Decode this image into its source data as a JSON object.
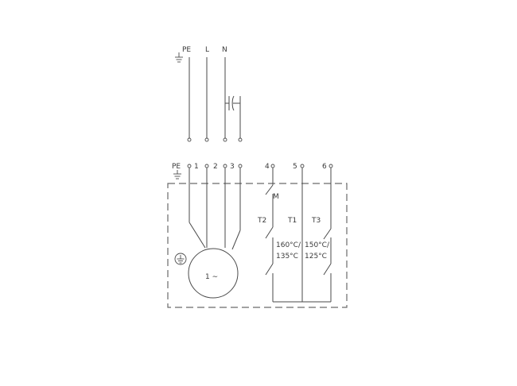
{
  "supply": {
    "pe": "PE",
    "l": "L",
    "n": "N"
  },
  "terminals": {
    "pe": "PE",
    "t1": "1",
    "t2": "2",
    "t3": "3",
    "t4": "4",
    "t5": "5",
    "t6": "6"
  },
  "motor": {
    "label": "1 ∼"
  },
  "switches": {
    "m": "M",
    "t2": "T2",
    "t1": "T1",
    "t3": "T3",
    "t2_temp_high": "160°C/",
    "t2_temp_low": "135°C",
    "t3_temp_high": "150°C/",
    "t3_temp_low": "125°C"
  }
}
